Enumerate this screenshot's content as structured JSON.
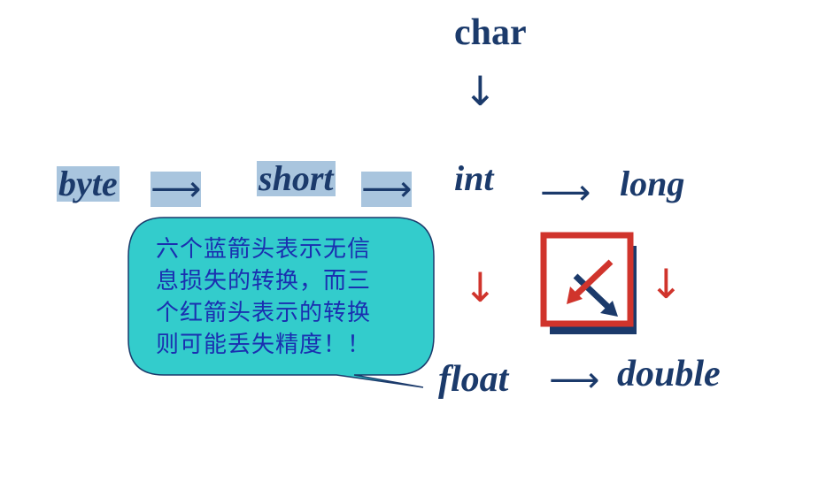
{
  "diagram": {
    "nodes": {
      "char": "char",
      "byte": "byte",
      "short": "short",
      "int": "int",
      "long": "long",
      "float": "float",
      "double": "double"
    },
    "arrows": {
      "char_to_int": "↓",
      "byte_to_short": "⟶",
      "short_to_int": "⟶",
      "int_to_long": "⟶",
      "int_to_float": "↓",
      "long_to_double": "↓",
      "float_to_double": "⟶"
    },
    "callout": {
      "lines": [
        "六个蓝箭头表示无信",
        "息损失的转换，而三",
        "个红箭头表示的转换",
        "则可能丢失精度！！"
      ]
    },
    "icon": "diagonal-lossy-conversion-icon",
    "colors": {
      "node_text": "#1b3a6b",
      "highlight": "#a9c5de",
      "blue_arrow": "#1b3a6b",
      "red_arrow": "#d0342c",
      "callout_fill": "#33cccc",
      "callout_text": "#1a2fb0"
    }
  }
}
